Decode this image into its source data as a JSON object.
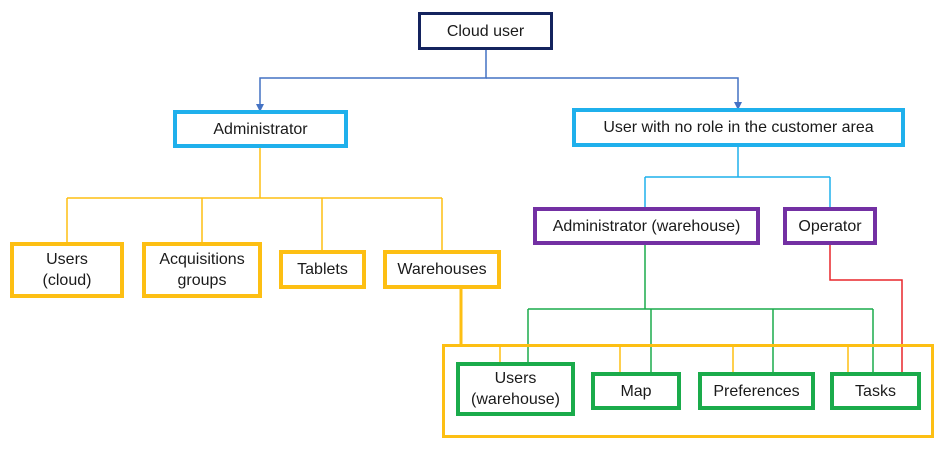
{
  "diagram": {
    "colors": {
      "root_border": "#14235e",
      "level1_border": "#1fb0ec",
      "admin_children_border": "#fdbf13",
      "warehouse_roles_border": "#7330a3",
      "warehouse_children_border": "#1aab4b",
      "blue_arrow": "#4472c4",
      "yellow_line": "#fdbf13",
      "cyan_line": "#1fb0ec",
      "green_line": "#1aab4b",
      "red_line": "#e8262b"
    },
    "nodes": {
      "cloud_user": "Cloud user",
      "administrator": "Administrator",
      "no_role_user": "User with no role in the customer area",
      "users_cloud": "Users\n(cloud)",
      "acquisitions_groups": "Acquisitions\ngroups",
      "tablets": "Tablets",
      "warehouses": "Warehouses",
      "admin_warehouse": "Administrator (warehouse)",
      "operator": "Operator",
      "users_warehouse": "Users\n(warehouse)",
      "map": "Map",
      "preferences": "Preferences",
      "tasks": "Tasks"
    }
  }
}
